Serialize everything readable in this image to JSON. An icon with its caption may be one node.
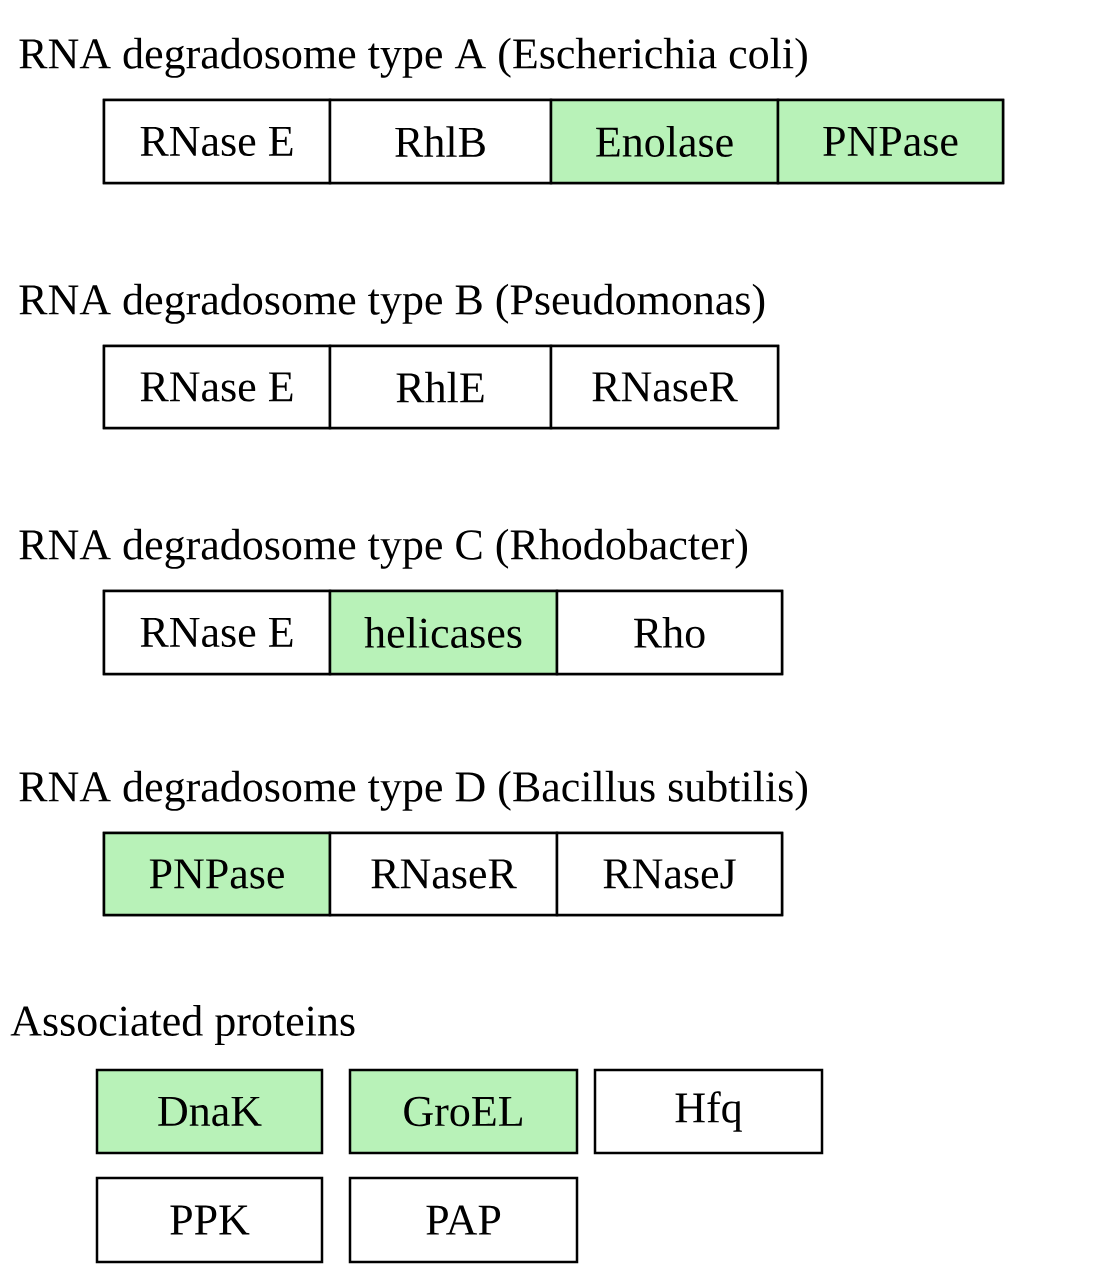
{
  "diagram": {
    "nodes": [
      {
        "text": [
          "RNA degradosome type A (Escherichia coli)"
        ]
      },
      {
        "text": [
          "RNase E"
        ],
        "in": 0
      },
      {
        "text": [
          "RhlB"
        ],
        "in": 0
      },
      {
        "text": [
          "Enolase"
        ],
        "in": 0
      },
      {
        "text": [
          "PNPase"
        ],
        "in": 0
      },
      {
        "text": [
          "RNA degradosome type B (Pseudomonas)"
        ]
      },
      {
        "text": [
          "RNase E"
        ],
        "in": 5
      },
      {
        "text": [
          "RhlE"
        ],
        "in": 5
      },
      {
        "text": [
          "RNaseR"
        ],
        "in": 5
      },
      {
        "text": [
          "RNA degradosome type C (Rhodobacter)"
        ]
      },
      {
        "text": [
          "RNase E"
        ],
        "in": 9
      },
      {
        "text": [
          "helicases"
        ],
        "in": 9
      },
      {
        "text": [
          "Rho"
        ],
        "in": 9
      },
      {
        "text": [
          "RNA degradosome type D (Bacillus subtilis)"
        ]
      },
      {
        "text": [
          "PNPase"
        ],
        "in": 13
      },
      {
        "text": [
          "RNaseR"
        ],
        "in": 13
      },
      {
        "text": [
          "RNaseJ"
        ],
        "in": 13
      },
      {
        "text": [
          "DnaK"
        ]
      },
      {
        "text": [
          "GroEL"
        ]
      },
      {
        "text": [
          "Hfq"
        ]
      },
      {
        "text": [
          "PPK"
        ]
      },
      {
        "text": [
          "PAP"
        ]
      }
    ],
    "labels": [
      "Associated proteins"
    ]
  }
}
